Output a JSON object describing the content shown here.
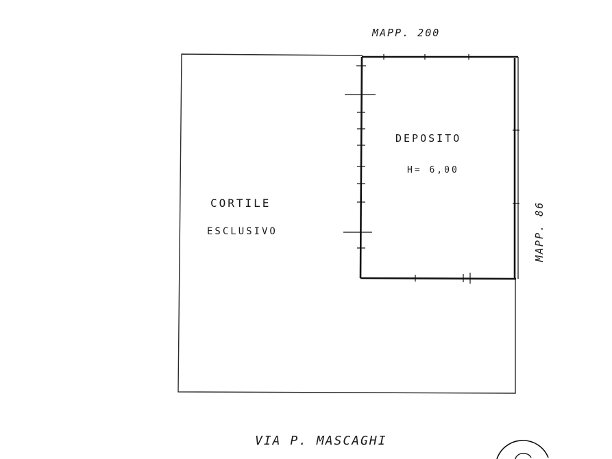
{
  "labels": {
    "mapp_200": "MAPP. 200",
    "mapp_86": "MAPP. 86",
    "deposito": "DEPOSITO",
    "height": "H= 6,00",
    "cortile_line1": "CORTILE",
    "cortile_line2": "ESCLUSIVO",
    "street": "VIA P. MASCAGHI"
  },
  "colors": {
    "ink": "#111111",
    "paper": "#ffffff"
  }
}
